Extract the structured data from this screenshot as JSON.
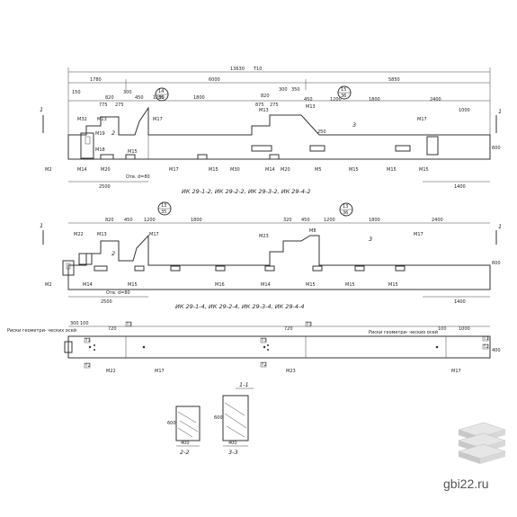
{
  "top_view": {
    "overall": "13630",
    "overall_sub": "Т10",
    "dims_top": [
      "1780",
      "6000",
      "5850"
    ],
    "dims_second": [
      "820",
      "300",
      "450",
      "1200",
      "1800",
      "820",
      "300",
      "350",
      "450",
      "1200",
      "1800",
      "2400",
      "1000"
    ],
    "small_dims": [
      "150",
      "775",
      "275",
      "875",
      "275",
      "250"
    ],
    "marks": [
      "М32",
      "М13",
      "М17",
      "М19",
      "М18",
      "М15",
      "М17",
      "М13",
      "М15",
      "М30",
      "М14",
      "М20",
      "М5",
      "М15",
      "М15",
      "М15",
      "М17",
      "М2",
      "М14",
      "М20",
      "М13"
    ],
    "circles": [
      {
        "top": "14",
        "bottom": "35"
      },
      {
        "top": "15",
        "bottom": "36"
      }
    ],
    "section_label": "1",
    "section_value": "2",
    "three": "3",
    "hole": "Отв. d=80",
    "width_left": "2500",
    "width_right": "1400",
    "height": "600",
    "h_small": "250",
    "title": "ИК 29-1-2, ИК 29-2-2, ИК 29-3-2, ИК 29-4-2"
  },
  "mid_view": {
    "dims": [
      "820",
      "450",
      "1200",
      "1800",
      "320",
      "450",
      "1200",
      "1800",
      "2400"
    ],
    "marks": [
      "М22",
      "М13",
      "М17",
      "М23",
      "М8",
      "М17",
      "М2",
      "М14",
      "М15",
      "М14",
      "М15",
      "М15",
      "М16",
      "М15"
    ],
    "circles": [
      {
        "top": "13",
        "bottom": "35"
      },
      {
        "top": "13",
        "bottom": "36"
      }
    ],
    "section_label": "1",
    "section_value": "2",
    "three": "3",
    "hole": "Отв. d=80",
    "width_left": "2500",
    "width_right": "1400",
    "height": "600",
    "title": "ИК 29-1-4, ИК 29-2-4, ИК 29-3-4, ИК 29-4-4"
  },
  "bottom_view": {
    "note_left": "Риски геометри- ческих осей",
    "note_right": "Риски геометри- ческих осей",
    "dims": [
      "300",
      "100",
      "720",
      "720",
      "100",
      "1000"
    ],
    "marks": [
      "М22",
      "М17",
      "М23",
      "М17"
    ],
    "tags": [
      "Т1",
      "Т2",
      "Т3",
      "Т3",
      "Т2",
      "Т1",
      "Т2",
      "Т3"
    ],
    "height": "400"
  },
  "sections": {
    "title_1_1": "1-1",
    "left": {
      "height": "600",
      "width": "400",
      "label": "2-2"
    },
    "right": {
      "height": "600",
      "width": "400",
      "label": "3-3"
    }
  },
  "logo": {
    "text": "gbi22.ru"
  }
}
